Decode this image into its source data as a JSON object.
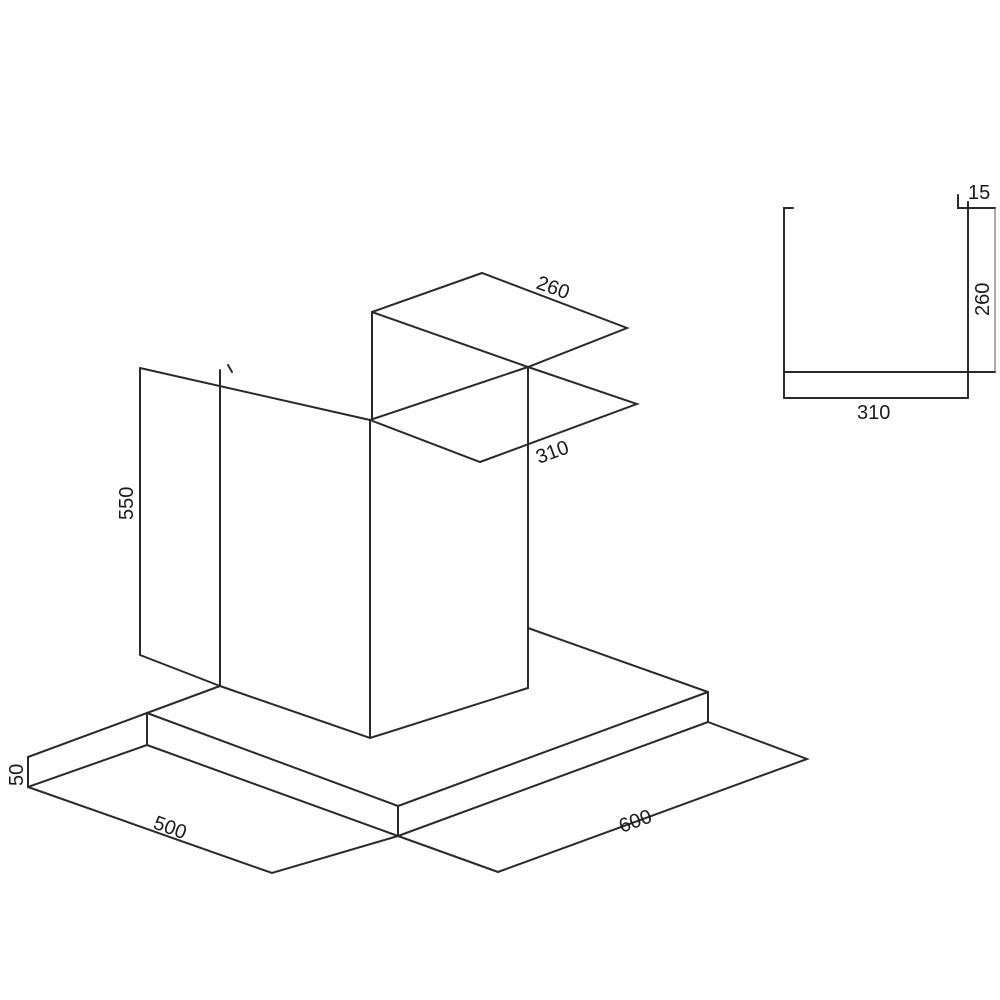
{
  "diagram": {
    "type": "technical-dimension-drawing",
    "subject": "chimney range hood",
    "units_shown": false,
    "stroke_color": "#2a2a2a",
    "background": "#ffffff"
  },
  "dimensions": {
    "chimney_height": "550",
    "chimney_top_depth": "260",
    "chimney_top_width": "310",
    "canopy_thickness": "50",
    "canopy_depth": "500",
    "canopy_width": "600"
  },
  "top_view": {
    "flange": "15",
    "depth": "260",
    "width": "310"
  }
}
